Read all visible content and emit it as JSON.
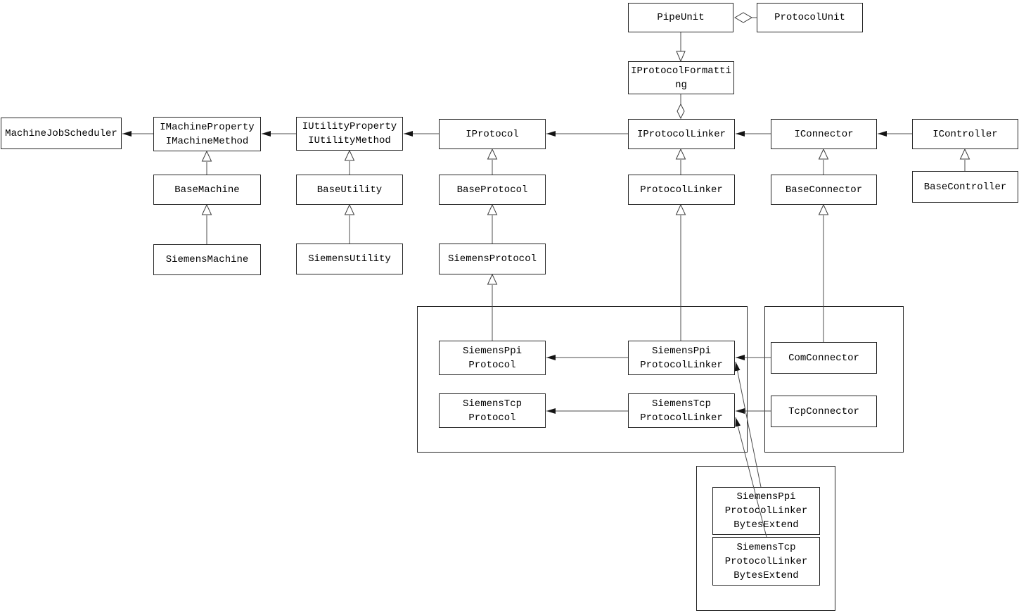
{
  "diagram": {
    "title": "protocol-connector class diagram",
    "type": "uml-class-diagram",
    "background_color": "#ffffff",
    "box_border_color": "#262626",
    "line_color": "#4d4d4d",
    "text_color": "#000000"
  },
  "nodes": {
    "pipe_unit": {
      "label": "PipeUnit"
    },
    "protocol_unit": {
      "label": "ProtocolUnit"
    },
    "iprotocol_formatting": {
      "label": "IProtocolFormatti\nng"
    },
    "machine_job_scheduler": {
      "label": "MachineJobScheduler"
    },
    "imachine": {
      "label": "IMachineProperty\nIMachineMethod"
    },
    "iutility": {
      "label": "IUtilityProperty\nIUtilityMethod"
    },
    "iprotocol": {
      "label": "IProtocol"
    },
    "iprotocol_linker": {
      "label": "IProtocolLinker"
    },
    "iconnector": {
      "label": "IConnector"
    },
    "icontroller": {
      "label": "IController"
    },
    "base_machine": {
      "label": "BaseMachine"
    },
    "base_utility": {
      "label": "BaseUtility"
    },
    "base_protocol": {
      "label": "BaseProtocol"
    },
    "protocol_linker": {
      "label": "ProtocolLinker"
    },
    "base_connector": {
      "label": "BaseConnector"
    },
    "base_controller": {
      "label": "BaseController"
    },
    "siemens_machine": {
      "label": "SiemensMachine"
    },
    "siemens_utility": {
      "label": "SiemensUtility"
    },
    "siemens_protocol": {
      "label": "SiemensProtocol"
    },
    "siemens_ppi_protocol": {
      "label": "SiemensPpi\nProtocol"
    },
    "siemens_tcp_protocol": {
      "label": "SiemensTcp\nProtocol"
    },
    "siemens_ppi_protocol_linker": {
      "label": "SiemensPpi\nProtocolLinker"
    },
    "siemens_tcp_protocol_linker": {
      "label": "SiemensTcp\nProtocolLinker"
    },
    "com_connector": {
      "label": "ComConnector"
    },
    "tcp_connector": {
      "label": "TcpConnector"
    },
    "siemens_ppi_protocol_linker_bytes_extend": {
      "label": "SiemensPpi\nProtocolLinker\nBytesExtend"
    },
    "siemens_tcp_protocol_linker_bytes_extend": {
      "label": "SiemensTcp\nProtocolLinker\nBytesExtend"
    }
  },
  "edges": [
    {
      "from": "ProtocolUnit",
      "to": "PipeUnit",
      "kind": "aggregation-open-diamond"
    },
    {
      "from": "PipeUnit",
      "to": "IProtocolFormatting",
      "kind": "open-triangle-arrow-down"
    },
    {
      "from": "IProtocolFormatting",
      "to": "IProtocolLinker",
      "kind": "aggregation-open-diamond"
    },
    {
      "from": "IMachinePropertyIMachineMethod",
      "to": "MachineJobScheduler",
      "kind": "filled-arrow"
    },
    {
      "from": "IUtilityPropertyIUtilityMethod",
      "to": "IMachinePropertyIMachineMethod",
      "kind": "filled-arrow"
    },
    {
      "from": "IProtocol",
      "to": "IUtilityPropertyIUtilityMethod",
      "kind": "filled-arrow"
    },
    {
      "from": "IProtocolLinker",
      "to": "IProtocol",
      "kind": "filled-arrow"
    },
    {
      "from": "IConnector",
      "to": "IProtocolLinker",
      "kind": "filled-arrow"
    },
    {
      "from": "IController",
      "to": "IConnector",
      "kind": "filled-arrow"
    },
    {
      "from": "BaseMachine",
      "to": "IMachinePropertyIMachineMethod",
      "kind": "generalization"
    },
    {
      "from": "SiemensMachine",
      "to": "BaseMachine",
      "kind": "generalization"
    },
    {
      "from": "BaseUtility",
      "to": "IUtilityPropertyIUtilityMethod",
      "kind": "generalization"
    },
    {
      "from": "SiemensUtility",
      "to": "BaseUtility",
      "kind": "generalization"
    },
    {
      "from": "BaseProtocol",
      "to": "IProtocol",
      "kind": "generalization"
    },
    {
      "from": "SiemensProtocol",
      "to": "BaseProtocol",
      "kind": "generalization"
    },
    {
      "from": "SiemensPpiProtocol",
      "to": "SiemensProtocol",
      "kind": "generalization"
    },
    {
      "from": "ProtocolLinker",
      "to": "IProtocolLinker",
      "kind": "generalization"
    },
    {
      "from": "SiemensPpiProtocolLinker",
      "to": "ProtocolLinker",
      "kind": "generalization"
    },
    {
      "from": "BaseConnector",
      "to": "IConnector",
      "kind": "generalization"
    },
    {
      "from": "ComConnector",
      "to": "BaseConnector",
      "kind": "generalization"
    },
    {
      "from": "BaseController",
      "to": "IController",
      "kind": "generalization"
    },
    {
      "from": "SiemensPpiProtocolLinker",
      "to": "SiemensPpiProtocol",
      "kind": "filled-arrow"
    },
    {
      "from": "SiemensTcpProtocolLinker",
      "to": "SiemensTcpProtocol",
      "kind": "filled-arrow"
    },
    {
      "from": "ComConnector",
      "to": "SiemensPpiProtocolLinker",
      "kind": "filled-arrow"
    },
    {
      "from": "TcpConnector",
      "to": "SiemensTcpProtocolLinker",
      "kind": "filled-arrow"
    },
    {
      "from": "SiemensPpiProtocolLinkerBytesExtend",
      "to": "SiemensPpiProtocolLinker",
      "kind": "filled-arrow"
    },
    {
      "from": "SiemensTcpProtocolLinkerBytesExtend",
      "to": "SiemensTcpProtocolLinker",
      "kind": "filled-arrow"
    }
  ]
}
